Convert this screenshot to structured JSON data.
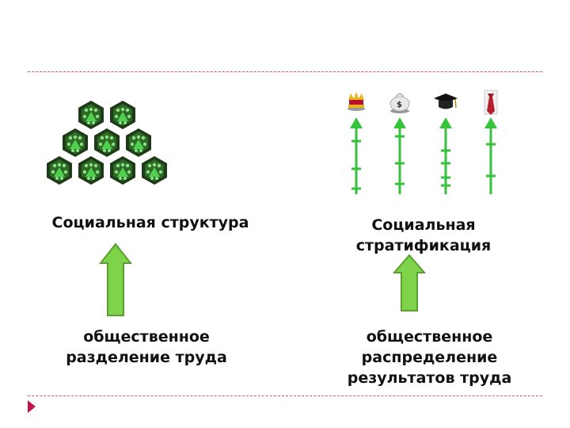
{
  "left": {
    "structure_label": "Социальная структура",
    "division_label": "общественное разделение труда"
  },
  "right": {
    "stratification_label": "Социальная стратификация",
    "distribution_label": "общественное распределение результатов труда"
  },
  "icons": {
    "crowd": "crowd-group-icon",
    "crown": "crown-icon",
    "money_bag": "money-bag-icon",
    "grad_cap": "graduation-cap-icon",
    "tie": "necktie-icon"
  },
  "colors": {
    "accent": "#e0567a",
    "arrow_fill": "#7fd34a",
    "arrow_stroke": "#5aa02c",
    "ladder_green": "#36c23a",
    "hex_dark": "#1f3a18",
    "hex_green": "#3fbf3f",
    "bullet": "#c0154d"
  }
}
